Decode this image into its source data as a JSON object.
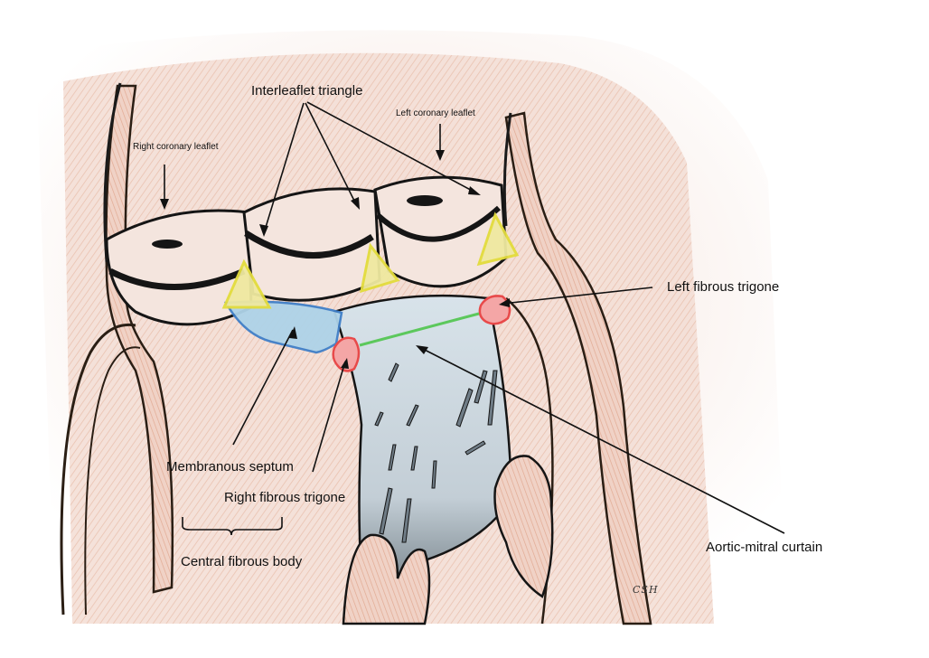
{
  "labels": {
    "interleaflet_triangle": "Interleaflet triangle",
    "left_coronary_leaflet": "Left coronary leaflet",
    "right_coronary_leaflet": "Right coronary leaflet",
    "left_fibrous_trigone": "Left fibrous trigone",
    "membranous_septum": "Membranous septum",
    "right_fibrous_trigone": "Right fibrous trigone",
    "central_fibrous_body": "Central fibrous body",
    "aortic_mitral_curtain": "Aortic-mitral curtain",
    "signature": "CSH"
  },
  "colors": {
    "tissue": "#f1d6cc",
    "tissue_hatch": "#d98a68",
    "leaflet": "#f6eeea",
    "outline": "#151515",
    "interleaflet_triangle": "#f2ee9a",
    "interleaflet_triangle_stroke": "#e3dc3c",
    "membranous_septum": "#aed3e8",
    "membranous_septum_stroke": "#3f7fc8",
    "fibrous_trigone": "#f4a6a6",
    "fibrous_trigone_stroke": "#e84a4a",
    "trigone_connector": "#5cc85c",
    "curtain": "#cfd9e0",
    "curtain_shadow": "#6f7c86"
  }
}
